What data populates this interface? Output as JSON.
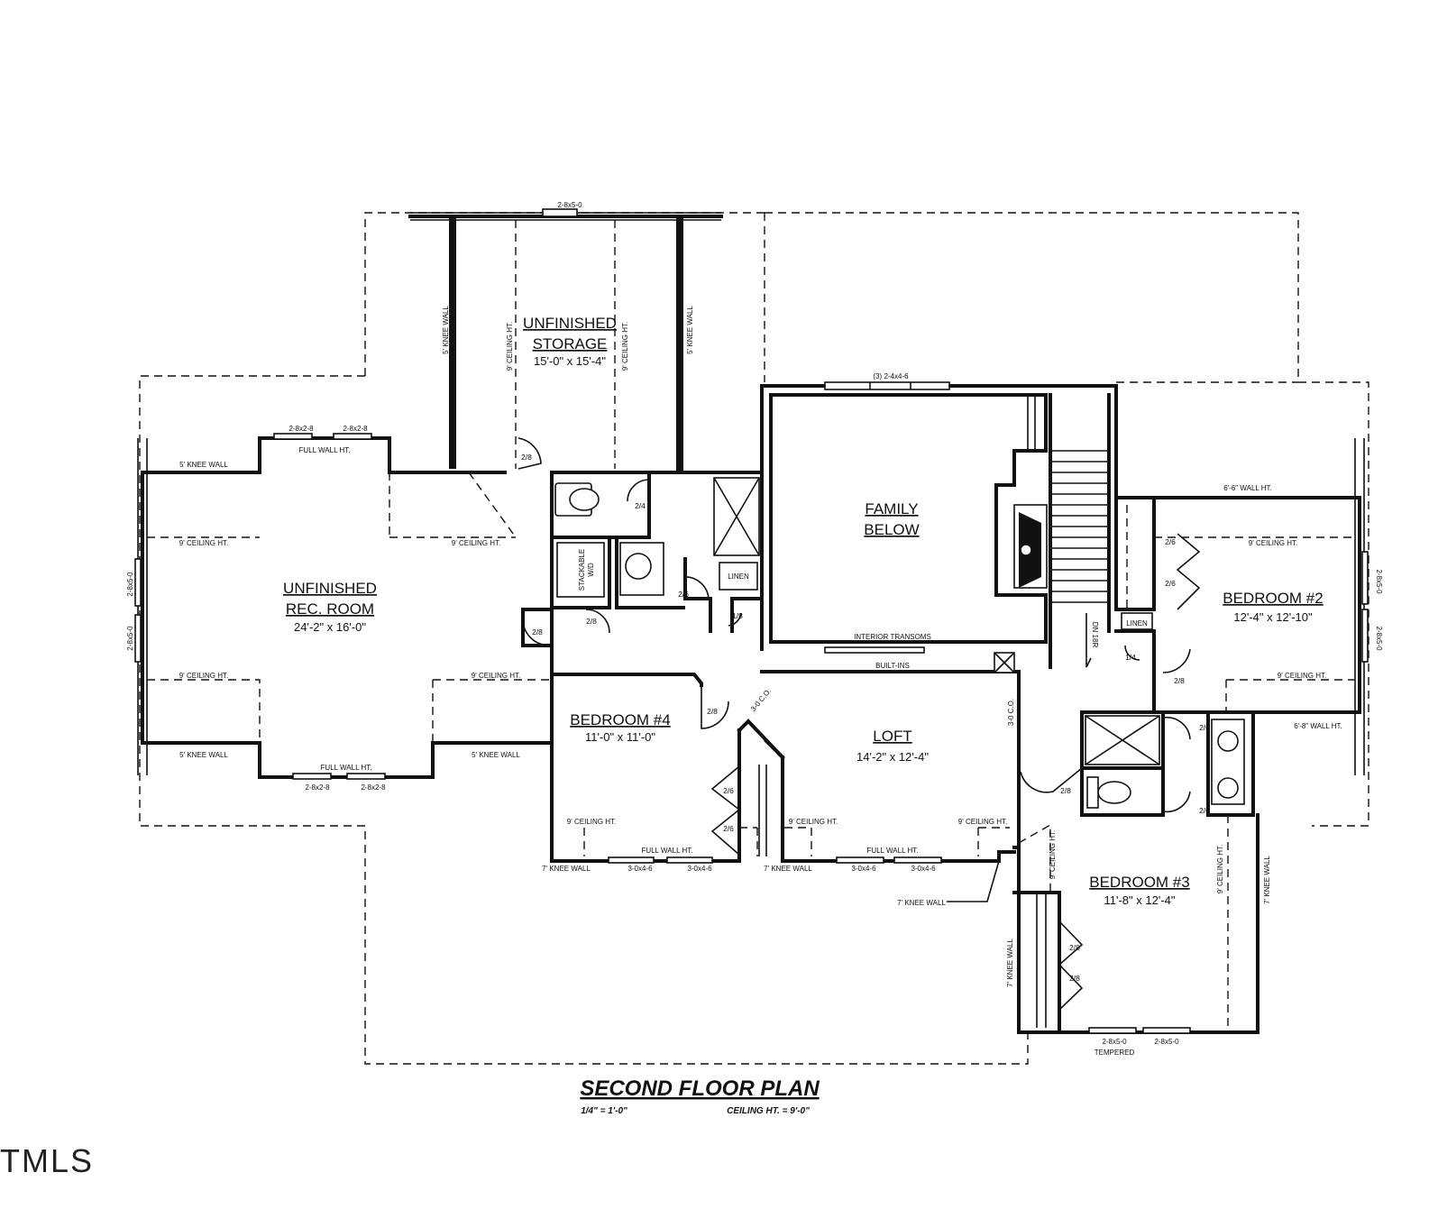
{
  "plan_title": "SECOND FLOOR PLAN",
  "scale": "1/4\" = 1'-0\"",
  "ceiling_height": "CEILING HT. = 9'-0\"",
  "logo": "TMLS",
  "rooms": {
    "storage": {
      "name1": "UNFINISHED",
      "name2": "STORAGE",
      "dims": "15'-0\" x 15'-4\""
    },
    "rec_room": {
      "name1": "UNFINISHED",
      "name2": "REC. ROOM",
      "dims": "24'-2\" x 16'-0\""
    },
    "family": {
      "name1": "FAMILY",
      "name2": "BELOW"
    },
    "bedroom2": {
      "name": "BEDROOM #2",
      "dims": "12'-4\" x 12'-10\""
    },
    "bedroom3": {
      "name": "BEDROOM #3",
      "dims": "11'-8\" x 12'-4\""
    },
    "bedroom4": {
      "name": "BEDROOM #4",
      "dims": "11'-0\" x 11'-0\""
    },
    "loft": {
      "name": "LOFT",
      "dims": "14'-2\" x 12'-4\""
    }
  },
  "notes": {
    "knee5": "5' KNEE WALL",
    "knee7": "7' KNEE WALL",
    "full_wall": "FULL WALL HT.",
    "ceil9": "9' CEILING HT.",
    "wall66": "6'-6\" WALL HT.",
    "wall68": "6'-8\" WALL HT.",
    "win_285": "2-8x5-0",
    "win_282": "2-8x2-8",
    "win_346": "3-0x4-6",
    "win_246": "(3) 2-4x4-6",
    "transoms": "INTERIOR TRANSOMS",
    "builtins": "BUILT-INS",
    "linen": "LINEN",
    "stack1": "STACKABLE",
    "stack2": "W/D",
    "tempered": "TEMPERED",
    "dn": "DN 18R",
    "co": "3-0 C.O."
  },
  "doors": {
    "d28": "2/8",
    "d26": "2/6",
    "d24": "2/4",
    "d18": "1/8",
    "d14": "1/4"
  }
}
